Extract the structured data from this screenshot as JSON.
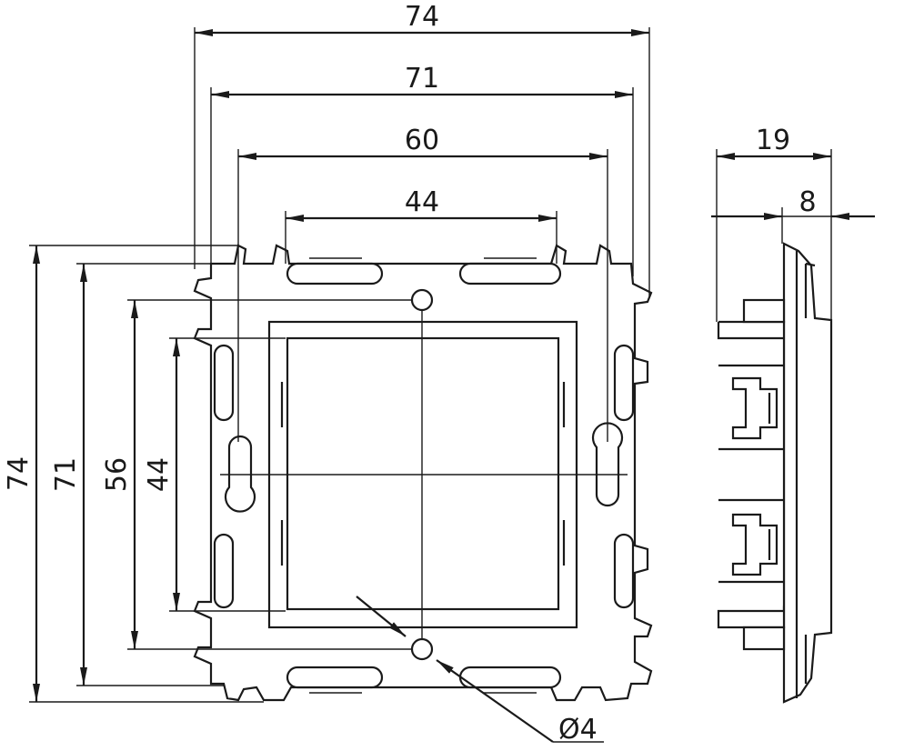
{
  "front_view": {
    "dimensions": {
      "width_overall": "74",
      "width_frame": "71",
      "width_holes": "60",
      "width_inner": "44",
      "height_overall": "74",
      "height_frame": "71",
      "height_holes": "56",
      "height_inner": "44",
      "hole_diameter": "Ø4"
    }
  },
  "side_view": {
    "dimensions": {
      "depth_total": "19",
      "depth_front": "8"
    }
  }
}
